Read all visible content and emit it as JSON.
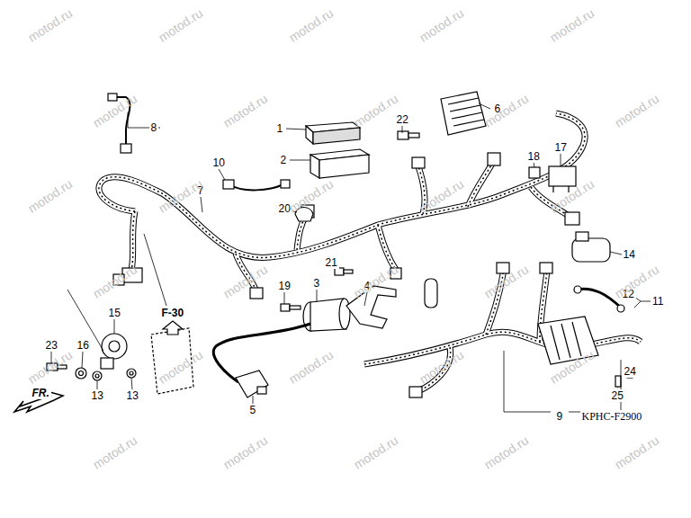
{
  "diagram": {
    "labels": [
      "8",
      "1",
      "22",
      "6",
      "2",
      "10",
      "18",
      "17",
      "7",
      "20",
      "21",
      "14",
      "3",
      "4",
      "19",
      "12",
      "11",
      "F-30",
      "15",
      "23",
      "16",
      "13",
      "13",
      "5",
      "24",
      "25",
      "9",
      "FR.",
      "KPHC-F2900",
      "motod.ru",
      "motod.ru",
      "motod.ru",
      "motod.ru",
      "motod.ru",
      "motod.ru",
      "motod.ru",
      "motod.ru",
      "motod.ru",
      "motod.ru",
      "motod.ru",
      "motod.ru",
      "motod.ru",
      "motod.ru",
      "motod.ru",
      "motod.ru",
      "motod.ru",
      "motod.ru",
      "motod.ru",
      "motod.ru",
      "motod.ru",
      "motod.ru",
      "motod.ru",
      "motod.ru",
      "motod.ru",
      "motod.ru",
      "motod.ru",
      "motod.ru",
      "motod.ru",
      "motod.ru"
    ]
  }
}
